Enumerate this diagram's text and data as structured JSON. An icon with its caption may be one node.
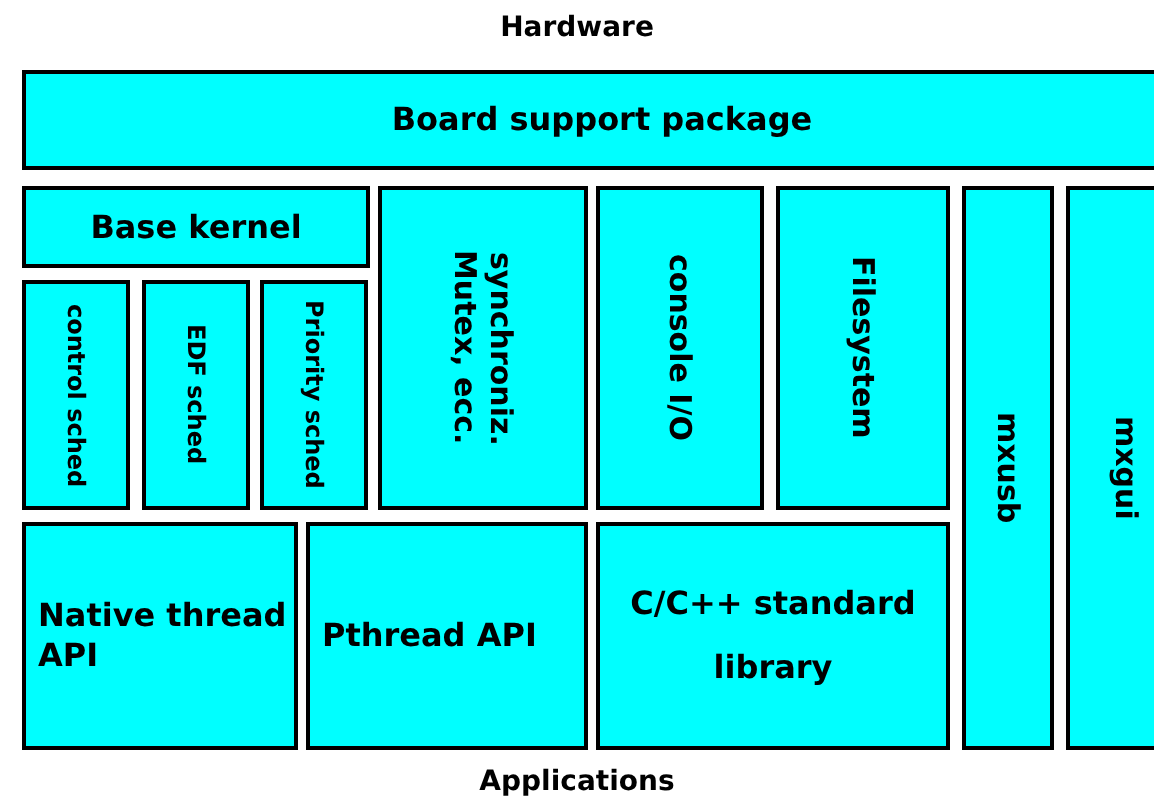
{
  "diagram": {
    "nodes": [
      {
        "text": [
          "Board support package"
        ]
      },
      {
        "text": [
          "Base kernel"
        ]
      },
      {
        "text": [
          "control sched"
        ]
      },
      {
        "text": [
          "EDF sched"
        ]
      },
      {
        "text": [
          "Priority sched"
        ]
      },
      {
        "text": [
          "synchroniz. Mutex, ecc."
        ]
      },
      {
        "text": [
          "console I/O"
        ]
      },
      {
        "text": [
          "Filesystem"
        ]
      },
      {
        "text": [
          "mxusb"
        ]
      },
      {
        "text": [
          "mxgui"
        ]
      },
      {
        "text": [
          "Native thread API"
        ]
      },
      {
        "text": [
          "Pthread API"
        ]
      },
      {
        "text": [
          "C/C++ standard library"
        ]
      }
    ],
    "labels": [
      "Hardware",
      "Applications"
    ]
  }
}
